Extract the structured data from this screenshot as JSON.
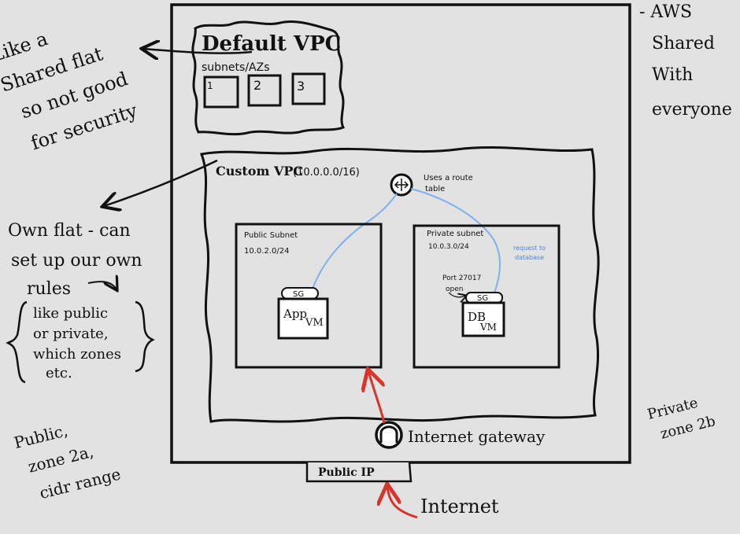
{
  "colors": {
    "background": "#e2e2e2",
    "ink": "#111111",
    "connection_blue": "#7fb0ee",
    "internet_red": "#d8342a"
  },
  "region": {
    "label": "- AWS",
    "subtitle_lines": [
      "Shared",
      "With",
      "everyone"
    ]
  },
  "default_vpc": {
    "title": "Default VPC",
    "subnets_label": "subnets/AZs",
    "boxes": [
      "1",
      "2",
      "3"
    ]
  },
  "custom_vpc": {
    "title": "Custom VPC",
    "cidr": "(10.0.0.0/16)"
  },
  "router": {
    "note_lines": [
      "Uses a route",
      "table"
    ]
  },
  "public_subnet": {
    "title": "Public Subnet",
    "cidr": "10.0.2.0/24",
    "sg_label": "SG",
    "vm_label_1": "App",
    "vm_label_2": "VM"
  },
  "private_subnet": {
    "title": "Private subnet",
    "cidr": "10.0.3.0/24",
    "port_note_lines": [
      "Port 27017",
      "open"
    ],
    "request_note_lines": [
      "request to",
      "database"
    ],
    "sg_label": "SG",
    "vm_label_1": "DB",
    "vm_label_2": "VM"
  },
  "internet_gateway": {
    "label": "Internet gateway"
  },
  "public_ip": {
    "label": "Public IP"
  },
  "internet": {
    "label": "Internet"
  },
  "annotations": {
    "default_vpc_note_lines": [
      "Like a",
      "Shared flat",
      "so not good",
      "for security"
    ],
    "custom_vpc_note_lines": [
      "Own flat - can",
      "set up our own",
      "rules"
    ],
    "rules_examples_lines": [
      "like public",
      "or private,",
      "which zones",
      "etc."
    ],
    "public_zone_lines": [
      "Public,",
      "zone 2a,",
      "cidr range"
    ],
    "private_zone_lines": [
      "Private",
      "zone 2b"
    ]
  }
}
